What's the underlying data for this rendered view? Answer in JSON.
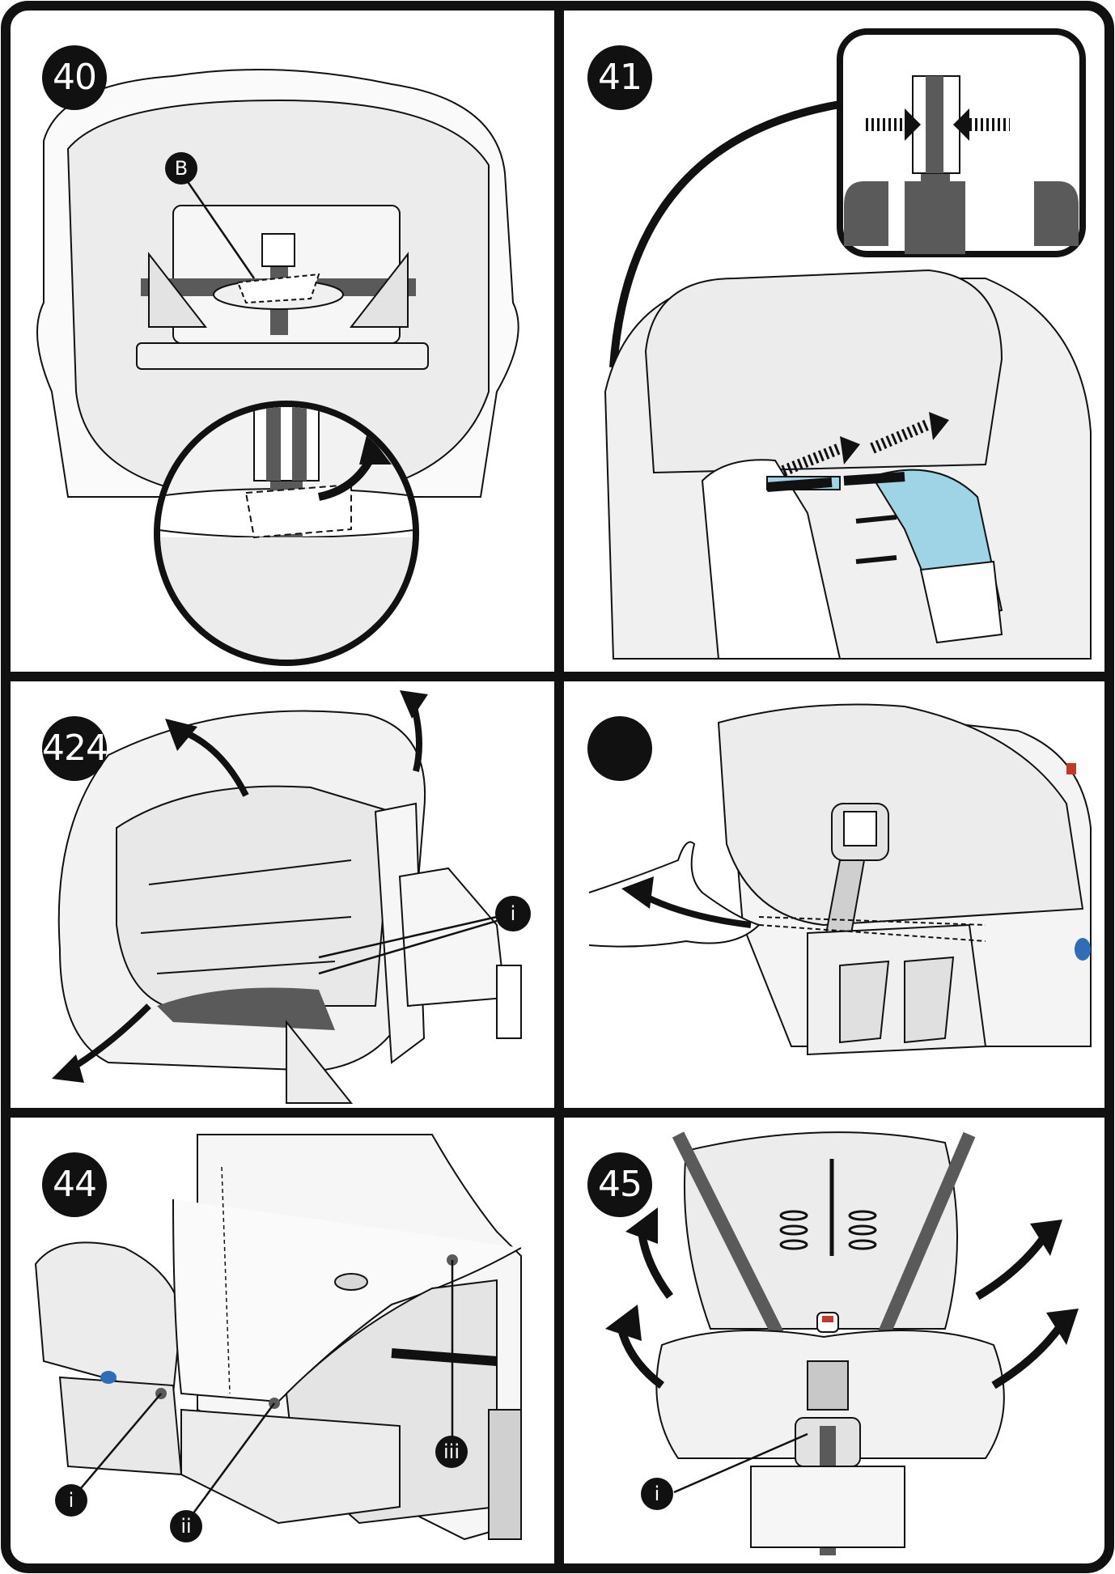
{
  "steps": [
    {
      "id": "40",
      "label": "40",
      "callouts": [
        "B"
      ]
    },
    {
      "id": "41",
      "label": "41",
      "callouts": []
    },
    {
      "id": "42",
      "label": "424",
      "callouts": [
        "i"
      ]
    },
    {
      "id": "43",
      "label": "",
      "callouts": []
    },
    {
      "id": "44",
      "label": "44",
      "callouts": [
        "i",
        "ii",
        "iii"
      ]
    },
    {
      "id": "45",
      "label": "45",
      "callouts": [
        "i"
      ]
    }
  ],
  "colors": {
    "ink": "#111111",
    "fabric": "#ececec",
    "shell": "#f4f4f4",
    "dark_part": "#5a5a5a",
    "strap_blue": "#9fd3e6",
    "button_blue": "#2f6db5",
    "red_tab": "#c0392b"
  },
  "icons": [
    "arrow-icon",
    "zoom-inset-icon",
    "hand-icon"
  ]
}
